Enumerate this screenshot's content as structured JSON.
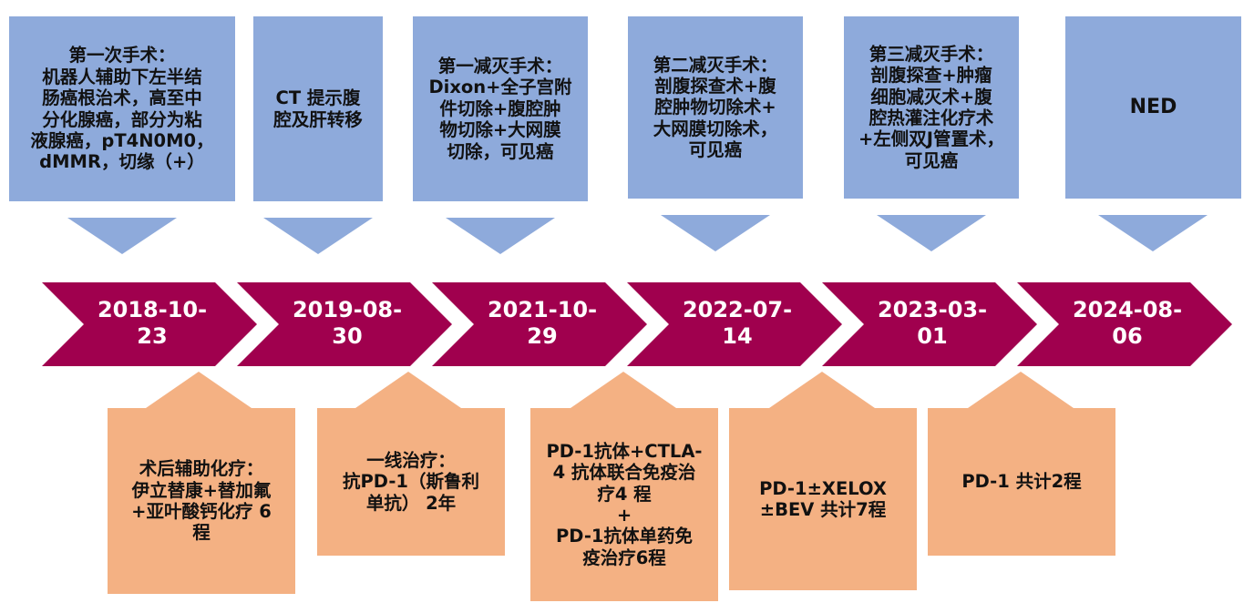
{
  "colors": {
    "chevron": "#a0004e",
    "top_box": "#8eaadb",
    "bottom_box": "#f4b183",
    "chevron_text": "#ffffff",
    "box_text": "#111111"
  },
  "timeline": [
    {
      "date": "2018-10-\n23",
      "event": "第一次手术：\n机器人辅助下左半结\n肠癌根治术，高至中\n分化腺癌，部分为粘\n液腺癌，pT4N0M0，\ndMMR，切缘（+）",
      "treatment": "术后辅助化疗：\n伊立替康+替加氟\n+亚叶酸钙化疗 6\n程"
    },
    {
      "date": "2019-08-\n30",
      "event": "CT 提示腹\n腔及肝转移",
      "treatment": "一线治疗：\n抗PD-1（斯鲁利\n单抗） 2年"
    },
    {
      "date": "2021-10-\n29",
      "event": "第一减灭手术：\nDixon+全子宫附\n件切除+腹腔肿\n物切除+大网膜\n切除，可见癌",
      "treatment": "PD-1抗体+CTLA-\n4 抗体联合免疫治\n疗4 程\n+\nPD-1抗体单药免\n疫治疗6程"
    },
    {
      "date": "2022-07-\n14",
      "event": "第二减灭手术：\n剖腹探查术+腹\n腔肿物切除术+\n大网膜切除术，\n可见癌",
      "treatment": "PD-1±XELOX\n±BEV 共计7程"
    },
    {
      "date": "2023-03-\n01",
      "event": "第三减灭手术：\n剖腹探查+肿瘤\n细胞减灭术+腹\n腔热灌注化疗术\n+左侧双J管置术，\n可见癌",
      "treatment": "PD-1 共计2程"
    },
    {
      "date": "2024-08-\n06",
      "event": "NED",
      "treatment": ""
    }
  ]
}
